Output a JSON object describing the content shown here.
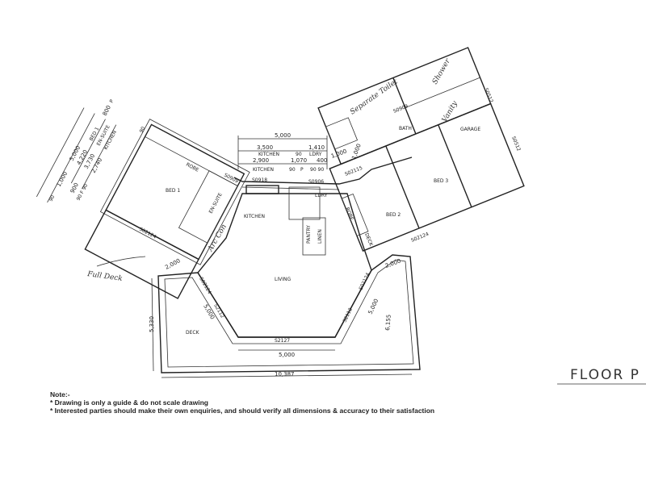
{
  "title": "FLOOR P",
  "rooms": {
    "bed1": "BED 1",
    "robe1": "ROBE",
    "ensuite": "EN-SUITE",
    "kitchen": "KITCHEN",
    "living": "LIVING",
    "deck": "DECK",
    "bed2": "BED 2",
    "robe2": "ROBE",
    "deck_small": "DECK",
    "bed3": "BED 3",
    "garage": "GARAGE",
    "bath": "BATH",
    "ldry": "LDRY",
    "pantry": "PANTRY",
    "linen": "LINEN"
  },
  "windows": {
    "w1": "S0918",
    "w2": "S0906",
    "w3": "S02115",
    "w4": "S0909",
    "w5": "S0909",
    "w6": "S02124",
    "w7": "S02124",
    "w8": "S2112",
    "w9": "S2127",
    "w10": "S2112",
    "w11": "S02124",
    "w12": "S0512",
    "w13": "S0512",
    "w14": "S02124"
  },
  "dims_top": {
    "total": "5,000",
    "kitchen_a": "3,500",
    "kitchen_a_lbl": "KITCHEN",
    "ldry": "1,410",
    "ldry_lbl": "LDRY",
    "gap1": "90",
    "kitchen_b": "2,900",
    "kitchen_b_lbl": "KITCHEN",
    "gap2": "90",
    "p": "1,070",
    "p_lbl": "P",
    "d400": "400",
    "d9090": "90  90",
    "d1000a": "1,000",
    "d1000b": "1,000"
  },
  "dims_left": {
    "total": "5,000",
    "bed1": "4,220",
    "bed1_lbl": "BED 1",
    "ensuite": "3,730",
    "ensuite_lbl": "EN-SUITE",
    "kitchen": "2,740",
    "kitchen_lbl": "KITCHEN",
    "p": "800",
    "p_lbl": "P",
    "d1000": "1,000",
    "d900": "900",
    "d90a": "90",
    "d90b": "90",
    "d90c": "90 F 90"
  },
  "dims_deck": {
    "left": "5,330",
    "bottom": "10,387",
    "inner": "5,000",
    "d2000a": "2,000",
    "d2000b": "2,000",
    "right": "6,155",
    "d5000a": "5,000",
    "d5000b": "5,000"
  },
  "handwritten": {
    "full_deck": "Full Deck",
    "sep_toilet": "Separate Toilet",
    "shower": "Shower",
    "vanity": "Vanity",
    "arc": "Arc Con"
  },
  "notes": {
    "heading": "Note:-",
    "line1": "* Drawing is only a guide & do not scale drawing",
    "line2": "* Interested parties should make their own enquiries, and should verify all dimensions & accuracy to their satisfaction"
  }
}
